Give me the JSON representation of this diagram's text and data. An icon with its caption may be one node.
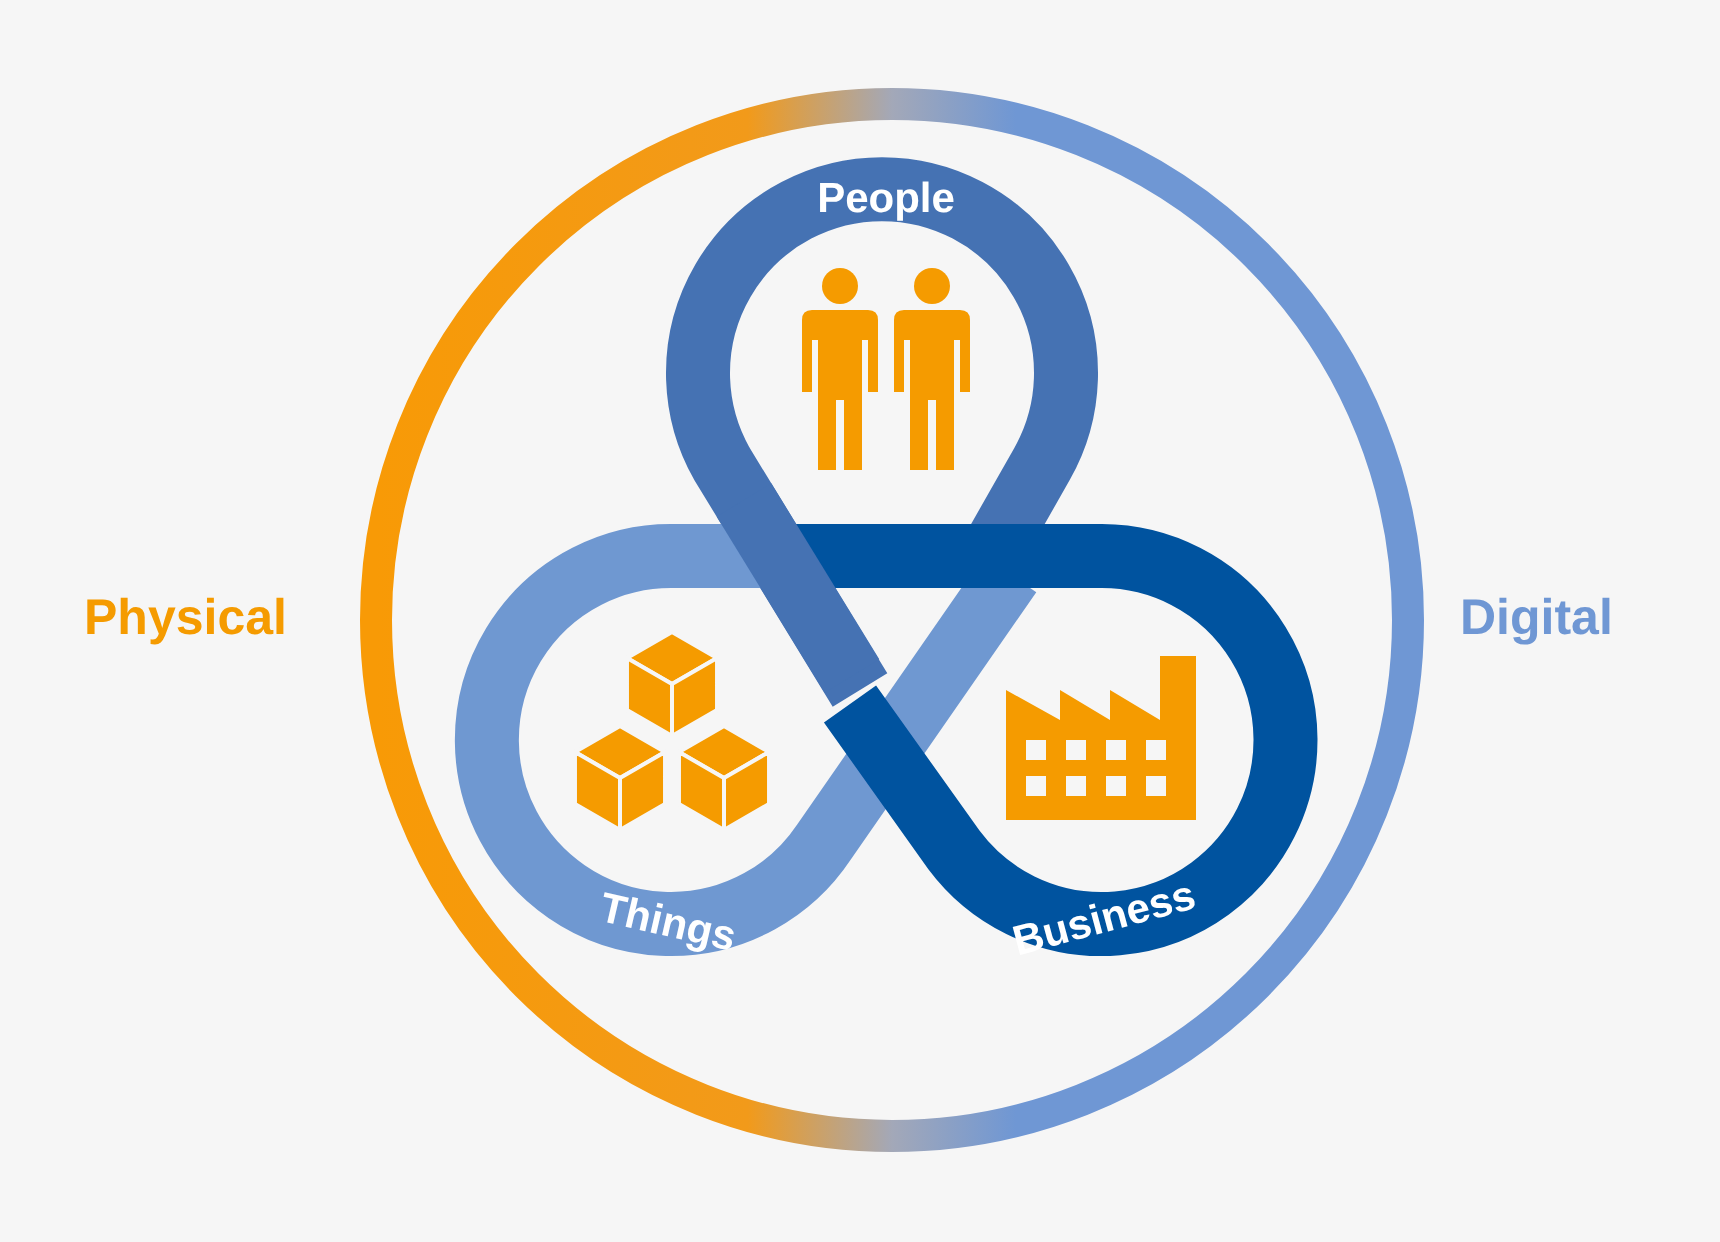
{
  "diagram": {
    "nodes": [
      {
        "text": [
          "People"
        ]
      },
      {
        "text": [
          "Things"
        ]
      },
      {
        "text": [
          "Business"
        ]
      }
    ],
    "labels": [
      "Physical",
      "Digital"
    ]
  }
}
